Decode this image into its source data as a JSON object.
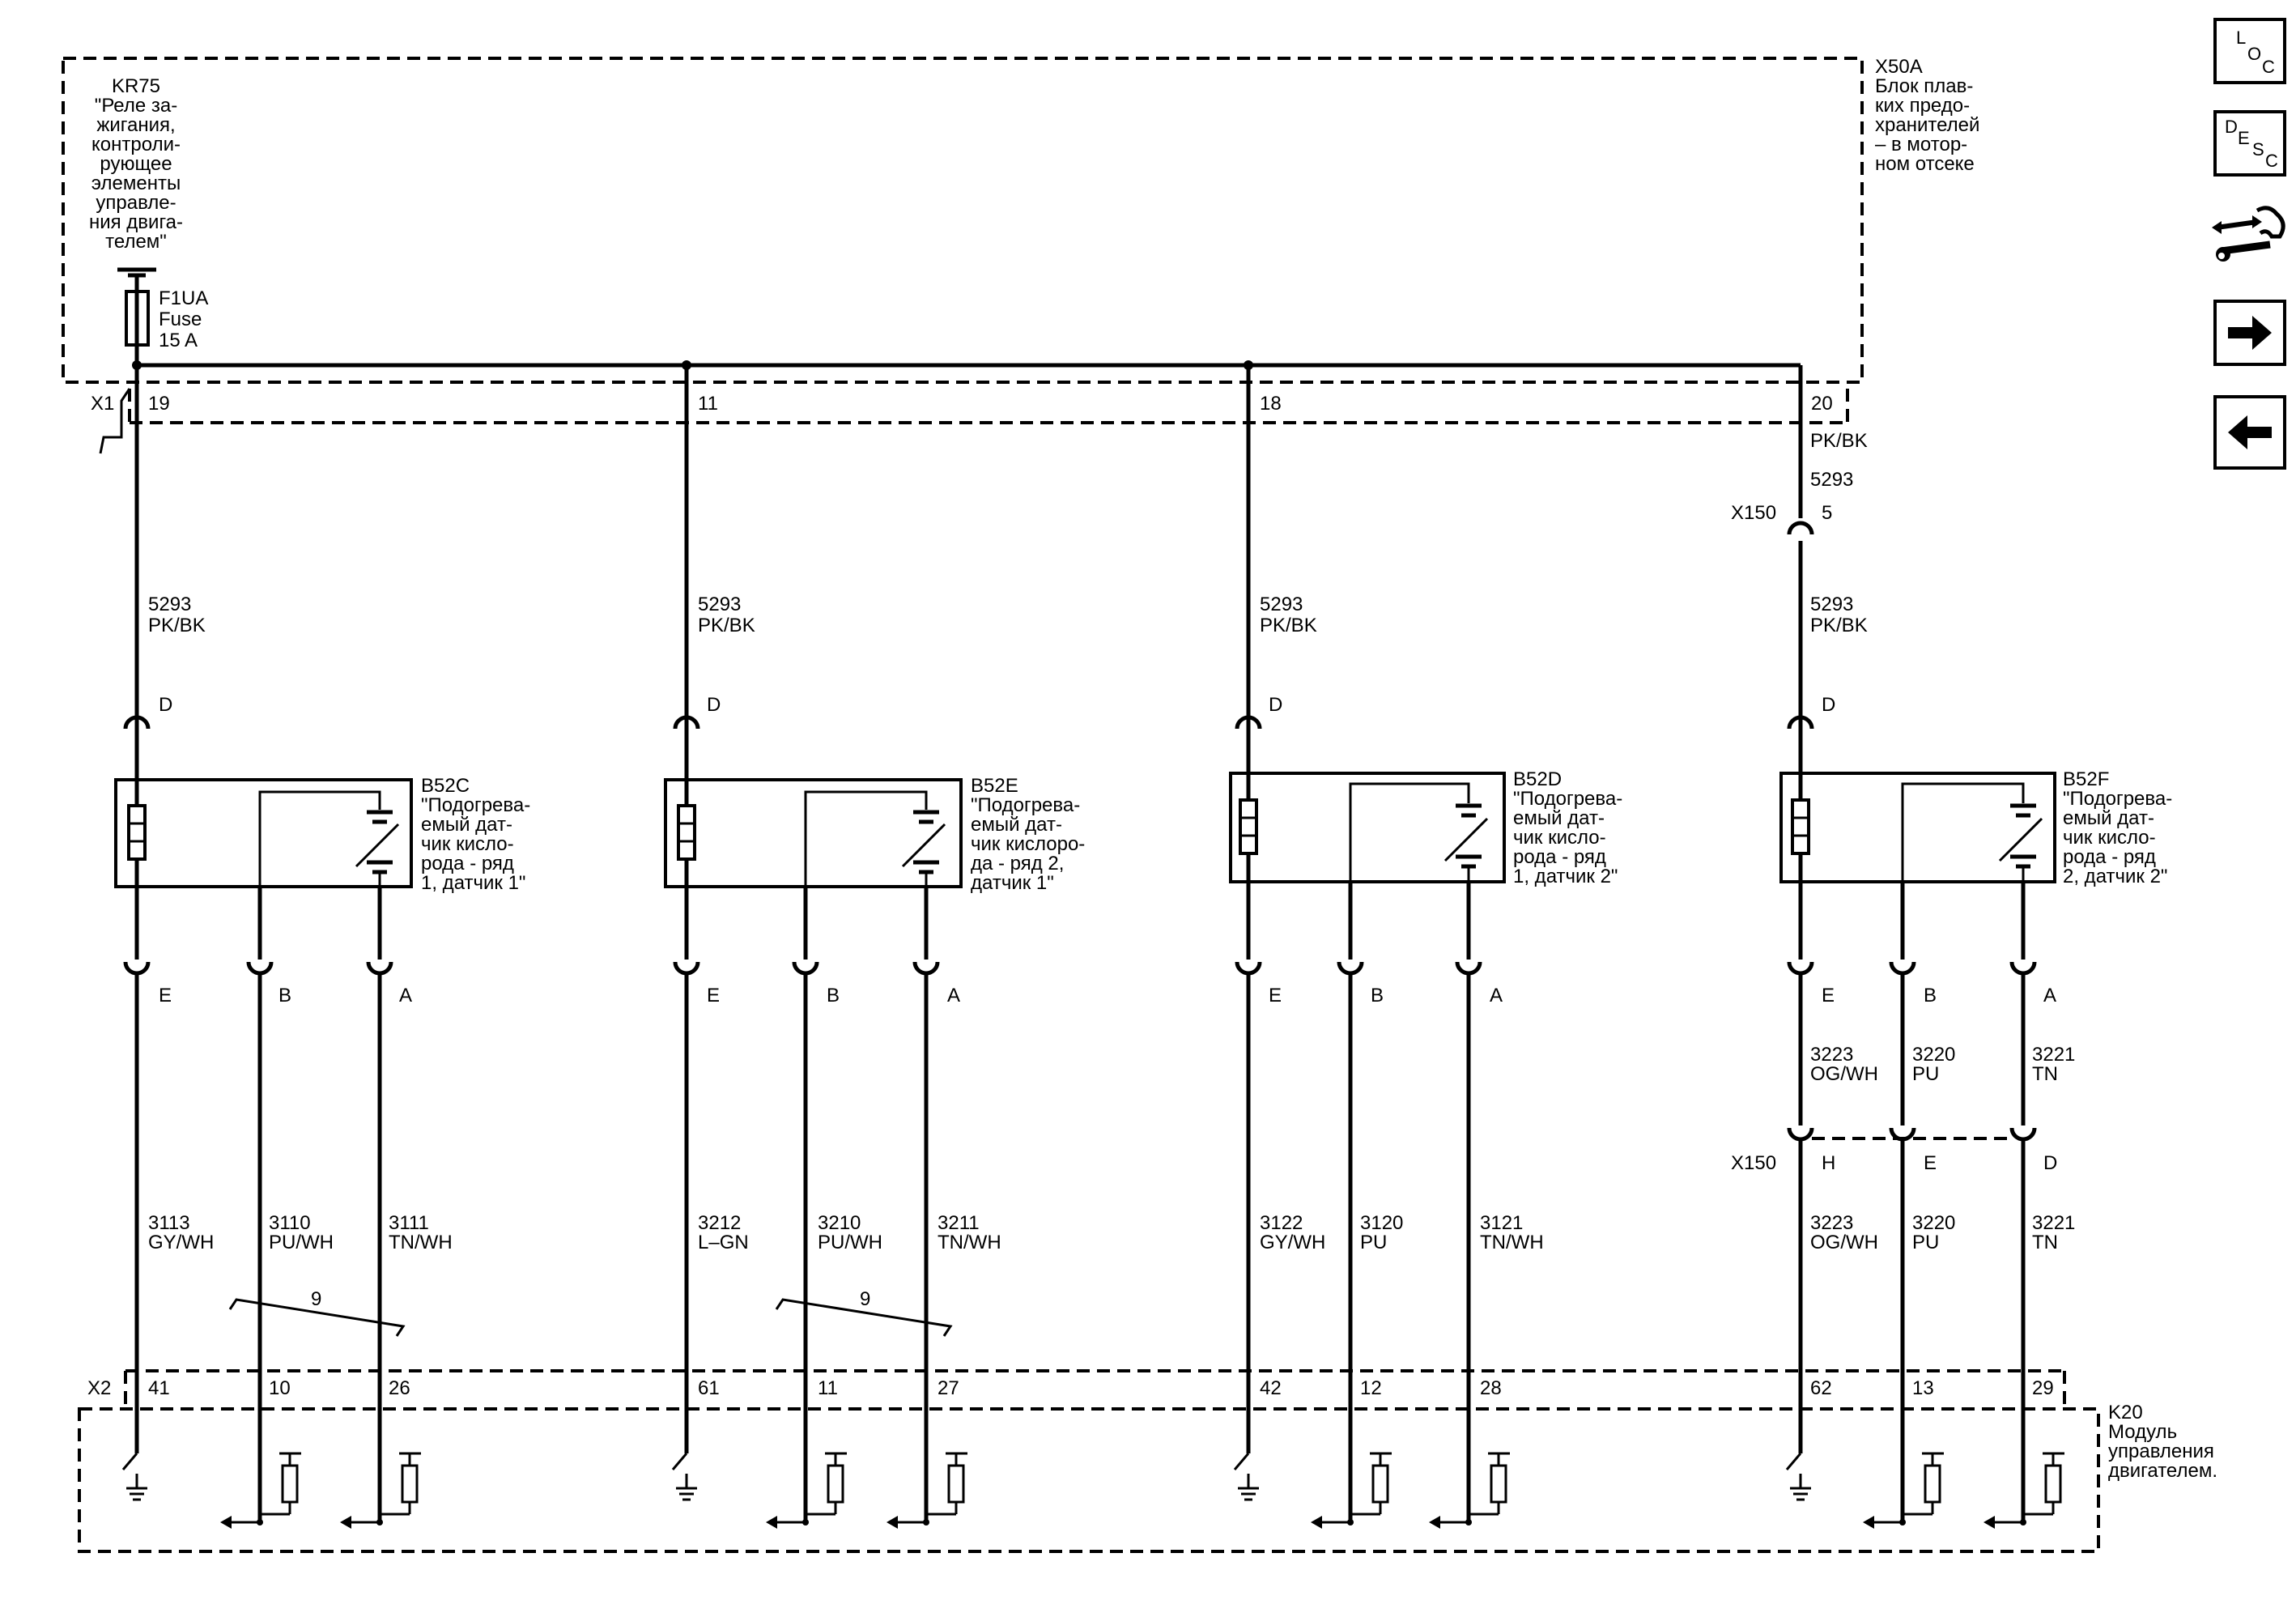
{
  "fuse_block": {
    "id": "X50A",
    "lines": [
      "Блок плав-",
      "ких предо-",
      "хранителей",
      "– в мотор-",
      "ном отсеке"
    ]
  },
  "relay": {
    "id": "KR75",
    "lines": [
      "\"Реле за-",
      "жигания,",
      "контроли-",
      "рующее",
      "элементы",
      "управле-",
      "ния двига-",
      "телем\""
    ]
  },
  "fuse": {
    "id": "F1UA",
    "type": "Fuse",
    "rating": "15 A"
  },
  "connectors": {
    "x1": "X1",
    "x1_pins": [
      "19",
      "11",
      "18",
      "20"
    ],
    "x2": "X2",
    "x150": "X150",
    "x150_pin": "5"
  },
  "feed": {
    "wire_top": "PK/BK",
    "circuit_top": "5293",
    "circuit": "5293",
    "color": "PK/BK"
  },
  "sensors": [
    {
      "id": "B52C",
      "lines": [
        "\"Подогрева-",
        "емый дат-",
        "чик кисло-",
        "рода - ряд",
        "1, датчик 1\""
      ],
      "pins": [
        "D",
        "E",
        "B",
        "A"
      ],
      "wires": [
        {
          "circuit": "3113",
          "color": "GY/WH"
        },
        {
          "circuit": "3110",
          "color": "PU/WH"
        },
        {
          "circuit": "3111",
          "color": "TN/WH"
        }
      ],
      "twist": "9",
      "k20_pins": [
        "41",
        "10",
        "26"
      ]
    },
    {
      "id": "B52E",
      "lines": [
        "\"Подогрева-",
        "емый дат-",
        "чик кислоро-",
        "да - ряд 2,",
        "датчик 1\""
      ],
      "pins": [
        "D",
        "E",
        "B",
        "A"
      ],
      "wires": [
        {
          "circuit": "3212",
          "color": "L–GN"
        },
        {
          "circuit": "3210",
          "color": "PU/WH"
        },
        {
          "circuit": "3211",
          "color": "TN/WH"
        }
      ],
      "twist": "9",
      "k20_pins": [
        "61",
        "11",
        "27"
      ]
    },
    {
      "id": "B52D",
      "lines": [
        "\"Подогрева-",
        "емый дат-",
        "чик кисло-",
        "рода - ряд",
        "1, датчик 2\""
      ],
      "pins": [
        "D",
        "E",
        "B",
        "A"
      ],
      "wires": [
        {
          "circuit": "3122",
          "color": "GY/WH"
        },
        {
          "circuit": "3120",
          "color": "PU"
        },
        {
          "circuit": "3121",
          "color": "TN/WH"
        }
      ],
      "k20_pins": [
        "42",
        "12",
        "28"
      ]
    },
    {
      "id": "B52F",
      "lines": [
        "\"Подогрева-",
        "емый дат-",
        "чик кисло-",
        "рода - ряд",
        "2, датчик 2\""
      ],
      "pins": [
        "D",
        "E",
        "B",
        "A"
      ],
      "upper_wires": [
        {
          "circuit": "3223",
          "color": "OG/WH"
        },
        {
          "circuit": "3220",
          "color": "PU"
        },
        {
          "circuit": "3221",
          "color": "TN"
        }
      ],
      "x150_pins": [
        "H",
        "E",
        "D"
      ],
      "wires": [
        {
          "circuit": "3223",
          "color": "OG/WH"
        },
        {
          "circuit": "3220",
          "color": "PU"
        },
        {
          "circuit": "3221",
          "color": "TN"
        }
      ],
      "k20_pins": [
        "62",
        "13",
        "29"
      ]
    }
  ],
  "module": {
    "id": "K20",
    "lines": [
      "Модуль",
      "управления",
      "двигателем."
    ]
  },
  "nav": {
    "loc": [
      "L",
      "O",
      "C"
    ],
    "desc": [
      "D",
      "E",
      "S",
      "C"
    ],
    "icons": [
      "connector-wrench-icon",
      "arrow-right-icon",
      "arrow-left-icon"
    ]
  }
}
